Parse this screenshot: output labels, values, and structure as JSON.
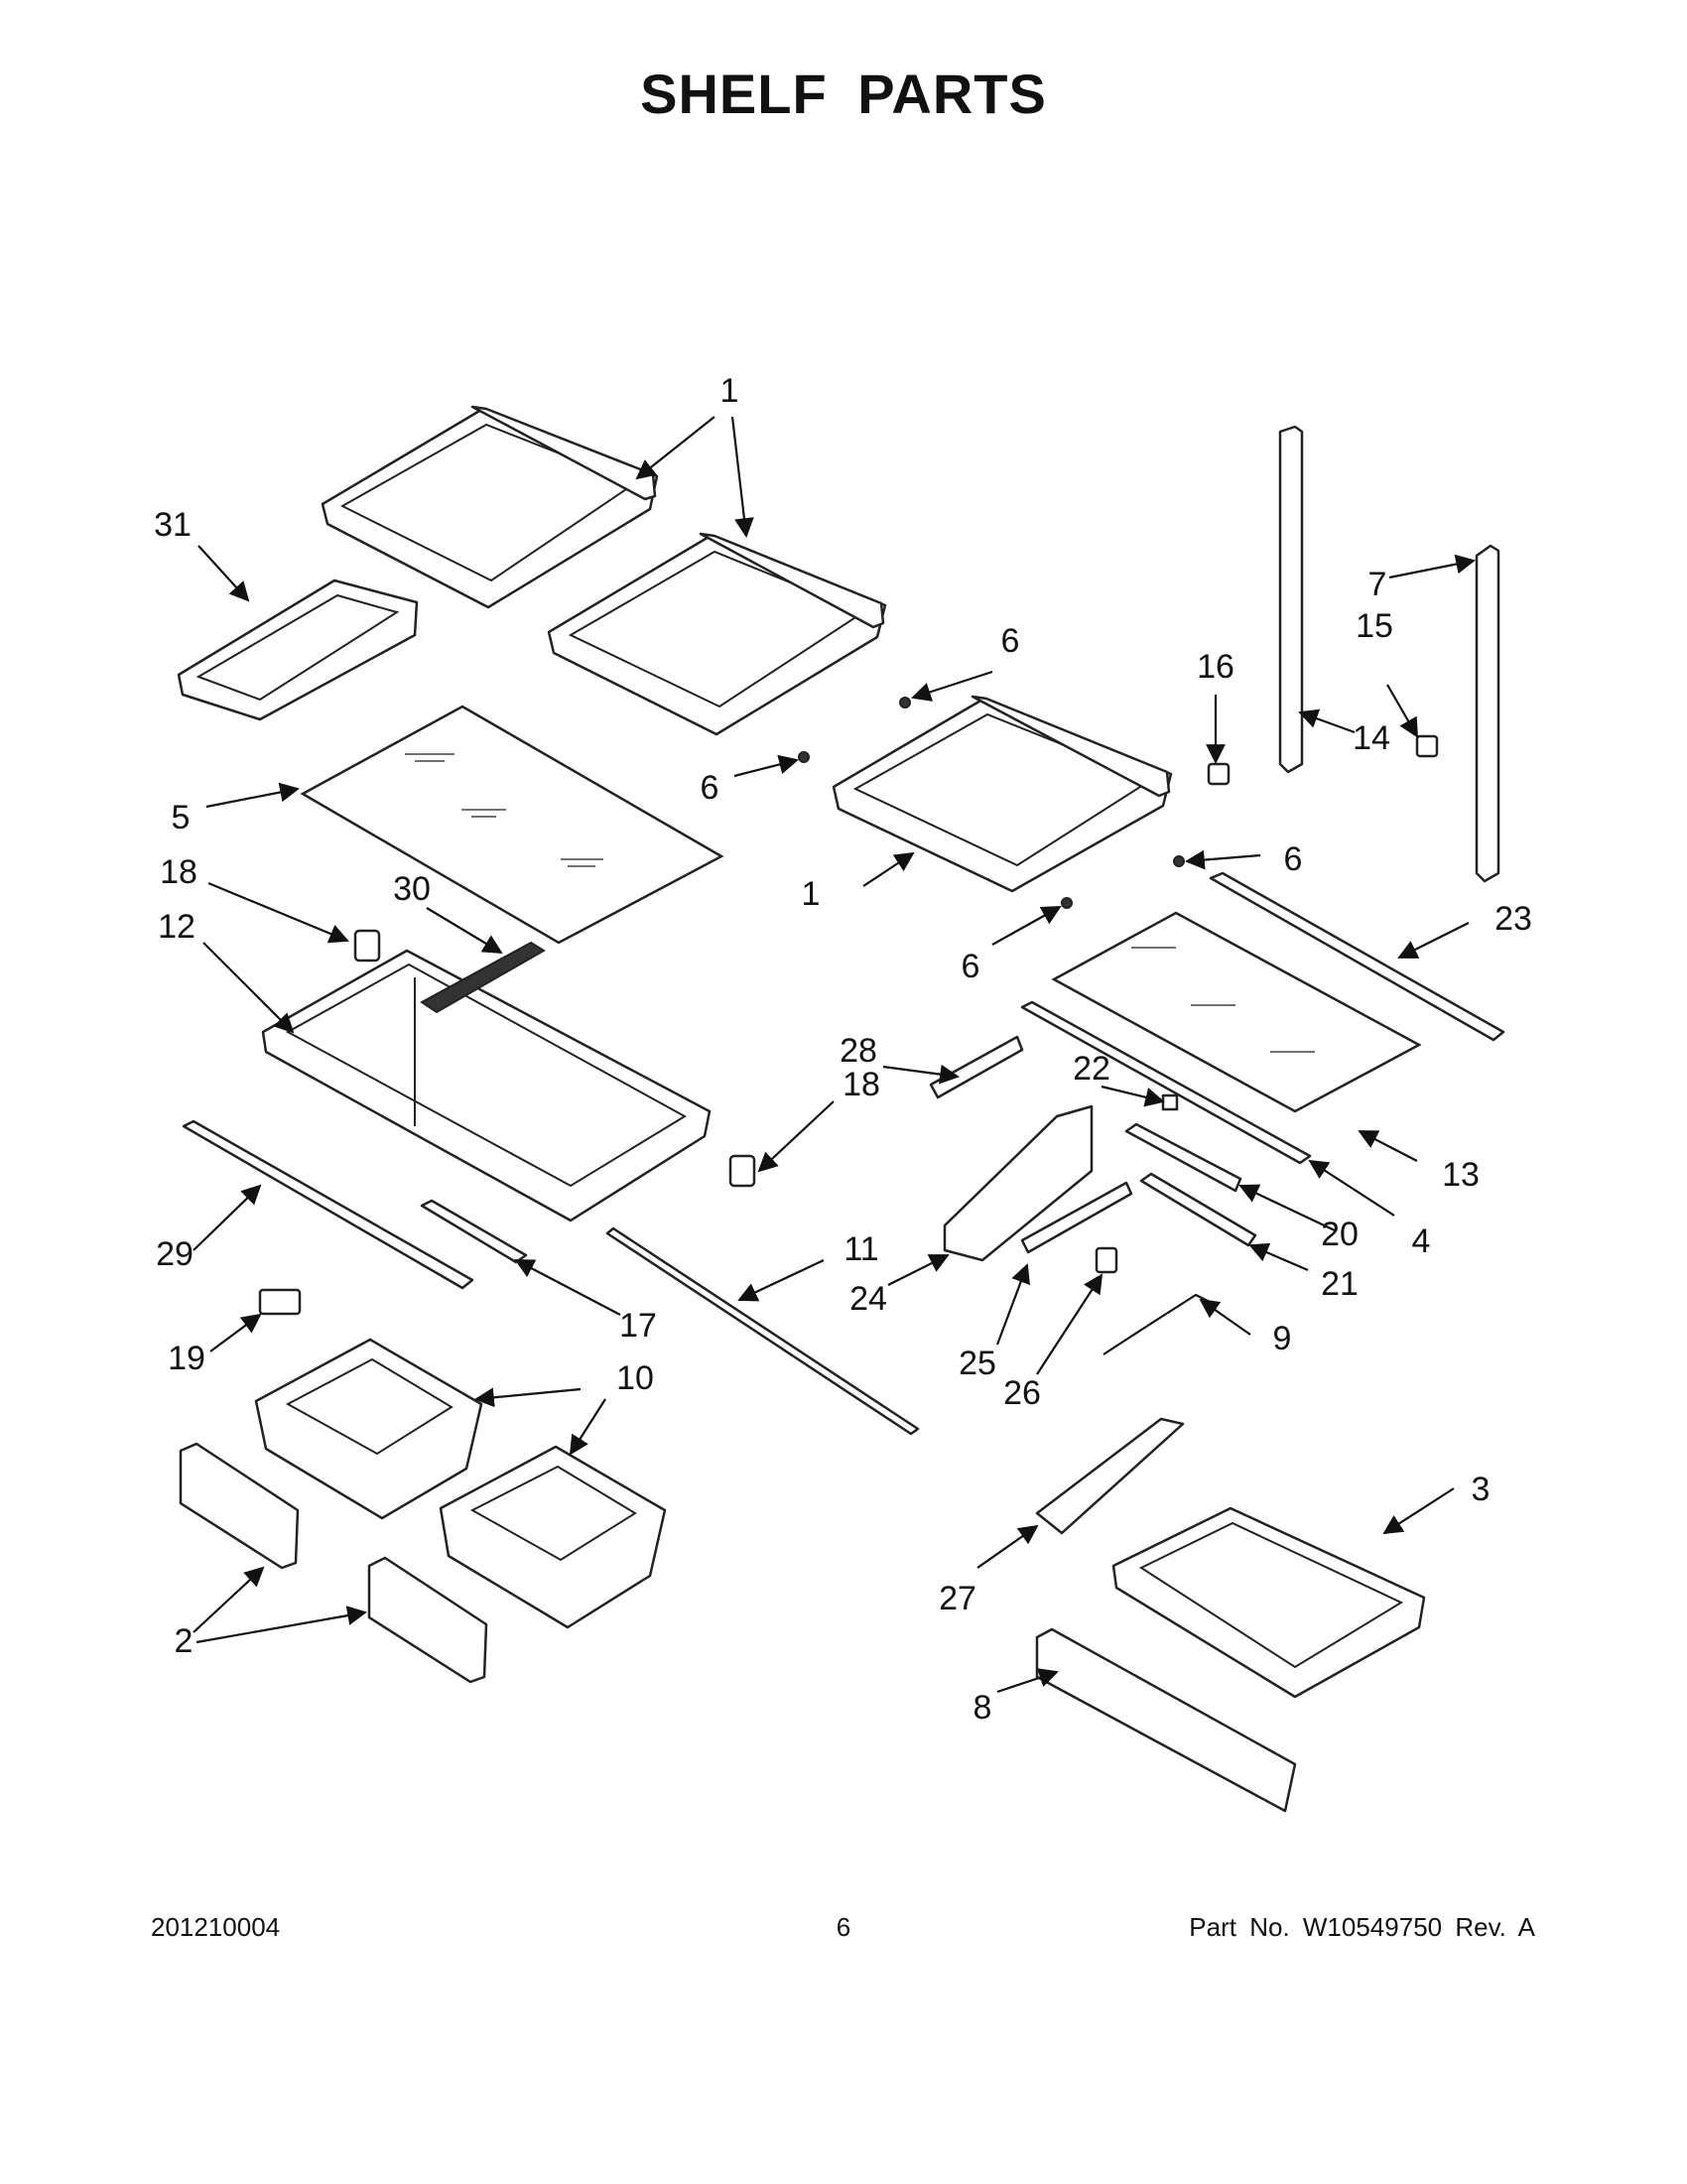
{
  "title": "SHELF PARTS",
  "callouts": {
    "c1": "1",
    "c2": "2",
    "c3": "3",
    "c4": "4",
    "c5": "5",
    "c6": "6",
    "c7": "7",
    "c8": "8",
    "c9": "9",
    "c10": "10",
    "c11": "11",
    "c12": "12",
    "c13": "13",
    "c14": "14",
    "c15": "15",
    "c16": "16",
    "c17": "17",
    "c18": "18",
    "c19": "19",
    "c20": "20",
    "c21": "21",
    "c22": "22",
    "c23": "23",
    "c24": "24",
    "c25": "25",
    "c26": "26",
    "c27": "27",
    "c28": "28",
    "c29": "29",
    "c30": "30",
    "c31": "31"
  },
  "footer": {
    "left": "201210004",
    "center": "6",
    "right": "Part No.  W10549750  Rev.  A"
  }
}
